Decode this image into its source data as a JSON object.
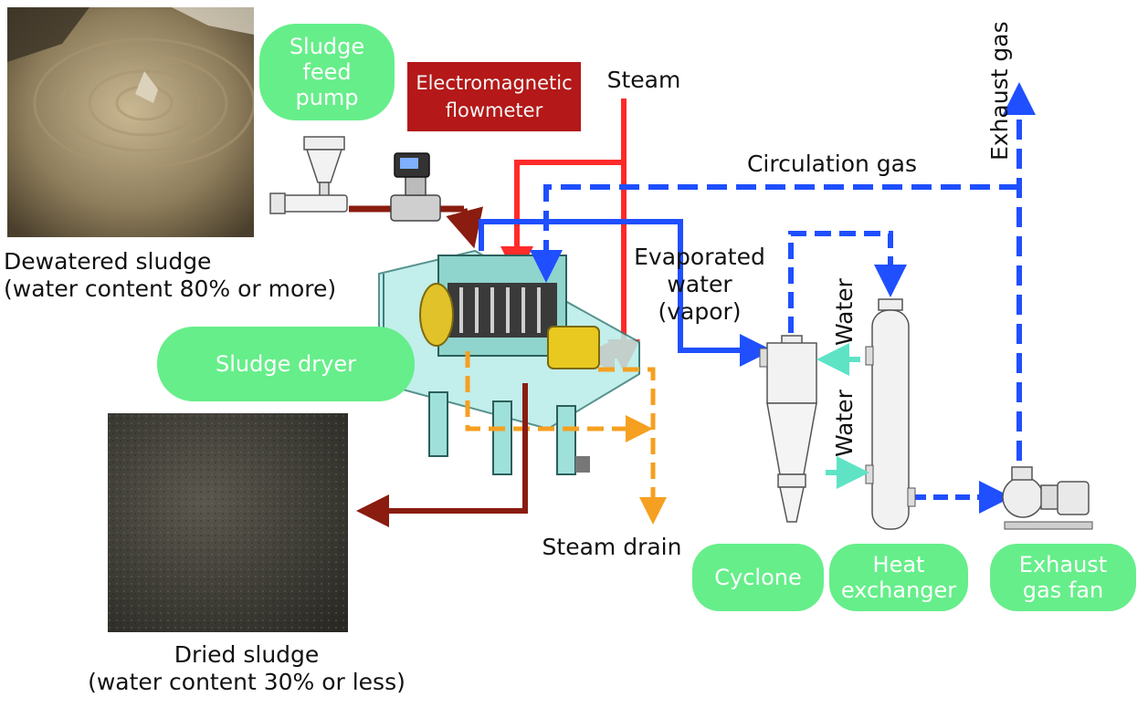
{
  "photos": {
    "dewatered": {
      "name": "dewatered-sludge-photo"
    },
    "dried": {
      "name": "dried-sludge-photo"
    }
  },
  "labels": {
    "sludge_feed_pump": "Sludge\nfeed\npump",
    "electromagnetic_flowmeter": "Electromagnetic\nflowmeter",
    "steam": "Steam",
    "circulation_gas": "Circulation gas",
    "exhaust_gas": "Exhaust gas",
    "dewatered_sludge": "Dewatered sludge\n(water content 80% or more)",
    "evaporated_water": "Evaporated\nwater\n(vapor)",
    "water_top": "Water",
    "water_bottom": "Water",
    "sludge_dryer": "Sludge dryer",
    "steam_drain": "Steam drain",
    "cyclone": "Cyclone",
    "heat_exchanger": "Heat\nexchanger",
    "exhaust_gas_fan": "Exhaust\ngas fan",
    "dried_sludge": "Dried sludge\n(water content 30% or less)"
  },
  "colors": {
    "pill_green": "#66ee8a",
    "steam_red": "#ff2a2a",
    "gas_blue": "#1f4fff",
    "sludge_brown": "#8a1c10",
    "drain_orange": "#f5a020",
    "water_teal": "#5fe3c5"
  }
}
